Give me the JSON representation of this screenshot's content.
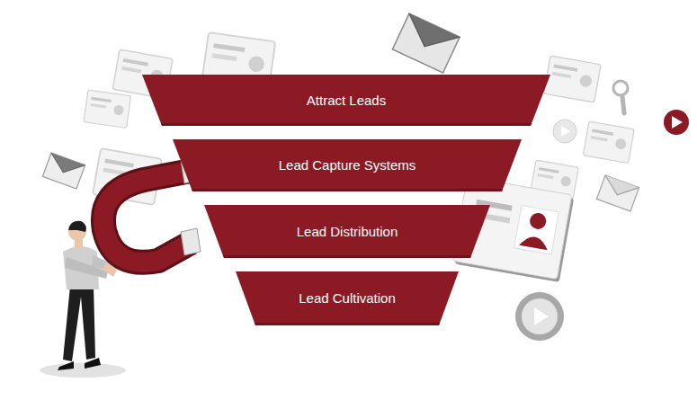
{
  "diagram": {
    "nodes": [
      {
        "text": [
          "Attract Leads"
        ]
      },
      {
        "text": [
          "Lead Capture Systems"
        ]
      },
      {
        "text": [
          "Lead Distribution"
        ]
      },
      {
        "text": [
          "Lead Cultivation"
        ]
      }
    ]
  }
}
